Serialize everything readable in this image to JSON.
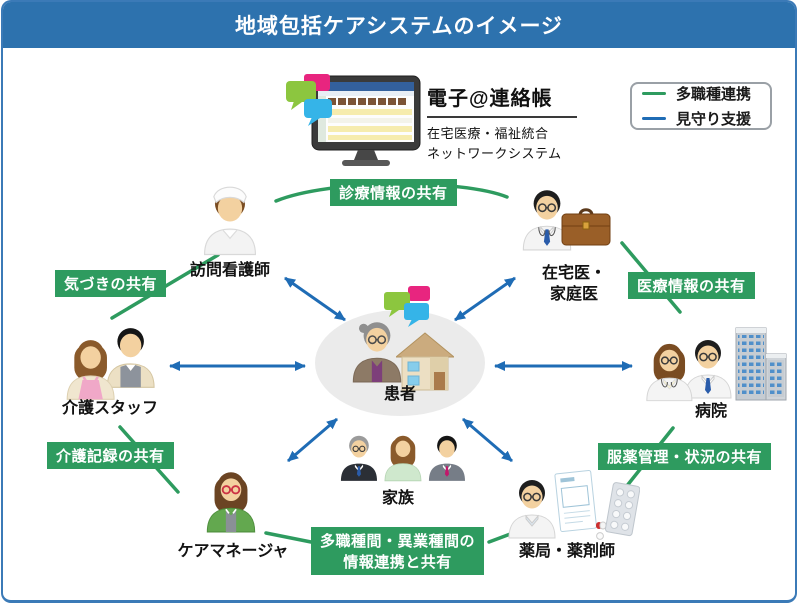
{
  "header": {
    "title": "地域包括ケアシステムのイメージ"
  },
  "system": {
    "title": "電子@連絡帳",
    "subtitle1": "在宅医療・福祉統合",
    "subtitle2": "ネットワークシステム"
  },
  "legend": {
    "items": [
      {
        "label": "多職種連携",
        "color": "#2e9b5f"
      },
      {
        "label": "見守り支援",
        "color": "#1f6cb5"
      }
    ]
  },
  "entities": {
    "nurse": {
      "label": "訪問看護師"
    },
    "home_doctor": {
      "label1": "在宅医・",
      "label2": "家庭医"
    },
    "care_staff": {
      "label": "介護スタッフ"
    },
    "patient": {
      "label": "患者"
    },
    "hospital": {
      "label": "病院"
    },
    "care_manager": {
      "label": "ケアマネージャ"
    },
    "family": {
      "label": "家族"
    },
    "pharmacy": {
      "label": "薬局・薬剤師"
    }
  },
  "connections": {
    "nurse_doctor": "診療情報の共有",
    "nurse_staff": "気づきの共有",
    "doctor_hospital": "医療情報の共有",
    "staff_caremanager": "介護記録の共有",
    "hospital_pharmacy": "服薬管理・状況の共有",
    "caremanager_pharmacy_line1": "多職種間・異業種間の",
    "caremanager_pharmacy_line2": "情報連携と共有"
  },
  "colors": {
    "header_bg": "#2d72ae",
    "card_border": "#3b7ab7",
    "collab_green": "#2e9b5f",
    "watch_blue": "#1f6cb5"
  },
  "icons": {
    "system": "network-system-monitor-icon",
    "nurse": "visiting-nurse-icon",
    "home_doctor": "home-doctor-icon",
    "briefcase": "doctor-briefcase-icon",
    "care_staff": "care-staff-icon",
    "patient": "elderly-patient-icon",
    "house": "home-house-icon",
    "speech_bubbles": "speech-bubbles-icon",
    "hospital": "hospital-doctors-building-icon",
    "family": "family-members-icon",
    "care_manager": "care-manager-icon",
    "pharmacy": "pharmacist-medication-icon"
  }
}
